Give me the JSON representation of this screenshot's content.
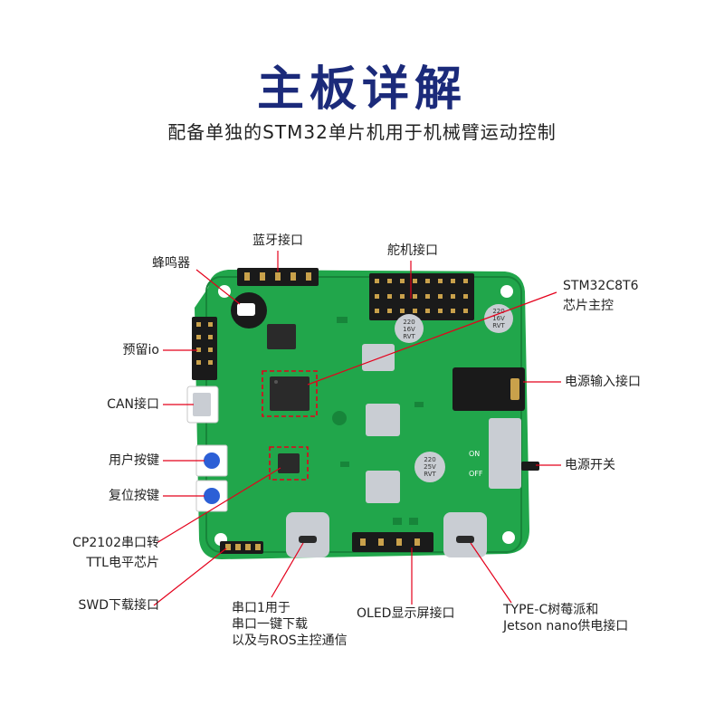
{
  "heading": {
    "title": "主板详解",
    "subtitle": "配备单独的STM32单片机用于机械臂运动控制"
  },
  "colors": {
    "title": "#1b2a7a",
    "text": "#222222",
    "board": "#21a64b",
    "board_dark": "#17853a",
    "leader": "#e4001b",
    "header_black": "#1a1a1a",
    "pin_gold": "#c9a14b",
    "chip": "#2a2a2a",
    "button_blue": "#2c5fd6",
    "metal": "#c9cdd3"
  },
  "labels": {
    "bluetooth": "蓝牙接口",
    "servo": "舵机接口",
    "buzzer": "蜂鸣器",
    "stm32_line1": "STM32C8T6",
    "stm32_line2": "芯片主控",
    "reserved_io": "预留io",
    "power_in": "电源输入接口",
    "can": "CAN接口",
    "user_key": "用户按键",
    "power_switch": "电源开关",
    "reset_key": "复位按键",
    "cp2102_line1": "CP2102串口转",
    "cp2102_line2": "TTL电平芯片",
    "swd": "SWD下载接口",
    "uart1_line1": "串口1用于",
    "uart1_line2": "串口一键下载",
    "uart1_line3": "以及与ROS主控通信",
    "oled": "OLED显示屏接口",
    "typec_line1": "TYPE-C树莓派和",
    "typec_line2": "Jetson nano供电接口"
  },
  "board_silkscreen": {
    "switch_on": "ON",
    "switch_off": "OFF",
    "cap1_line1": "220",
    "cap1_line2": "16V",
    "cap1_line3": "RVT",
    "cap2_line1": "220",
    "cap2_line2": "25V",
    "cap2_line3": "RVT",
    "cap3_line1": "220",
    "cap3_line2": "16V",
    "cap3_line3": "RVT"
  }
}
